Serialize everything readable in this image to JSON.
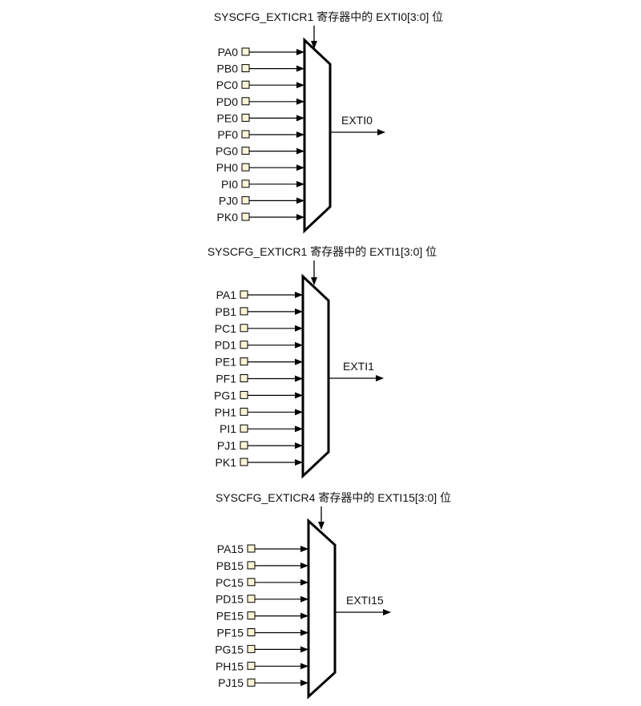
{
  "colors": {
    "pin_box_fill": "#fbf5d6",
    "line": "#000000"
  },
  "muxes": [
    {
      "title": "SYSCFG_EXTICR1 寄存器中的 EXTI0[3:0] 位",
      "output": "EXTI0",
      "inputs": [
        "PA0",
        "PB0",
        "PC0",
        "PD0",
        "PE0",
        "PF0",
        "PG0",
        "PH0",
        "PI0",
        "PJ0",
        "PK0"
      ]
    },
    {
      "title": "SYSCFG_EXTICR1 寄存器中的 EXTI1[3:0] 位",
      "output": "EXTI1",
      "inputs": [
        "PA1",
        "PB1",
        "PC1",
        "PD1",
        "PE1",
        "PF1",
        "PG1",
        "PH1",
        "PI1",
        "PJ1",
        "PK1"
      ]
    },
    {
      "title": "SYSCFG_EXTICR4 寄存器中的 EXTI15[3:0] 位",
      "output": "EXTI15",
      "inputs": [
        "PA15",
        "PB15",
        "PC15",
        "PD15",
        "PE15",
        "PF15",
        "PG15",
        "PH15",
        "PJ15"
      ]
    }
  ]
}
